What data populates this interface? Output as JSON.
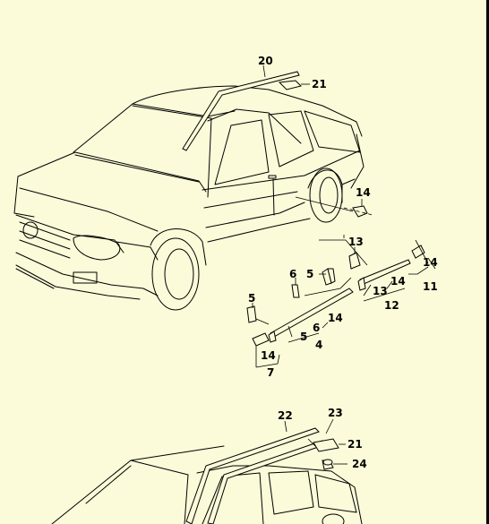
{
  "diagram": {
    "callouts": [
      {
        "key": "c20",
        "text": "20"
      },
      {
        "key": "c21a",
        "text": "21"
      },
      {
        "key": "c14a",
        "text": "14"
      },
      {
        "key": "c13a",
        "text": "13"
      },
      {
        "key": "c14b",
        "text": "14"
      },
      {
        "key": "c11",
        "text": "11"
      },
      {
        "key": "c6a",
        "text": "6"
      },
      {
        "key": "c5a",
        "text": "5"
      },
      {
        "key": "c14c",
        "text": "14"
      },
      {
        "key": "c13b",
        "text": "13"
      },
      {
        "key": "c12",
        "text": "12"
      },
      {
        "key": "c5b",
        "text": "5"
      },
      {
        "key": "c14d",
        "text": "14"
      },
      {
        "key": "c6b",
        "text": "6"
      },
      {
        "key": "c5c",
        "text": "5"
      },
      {
        "key": "c4",
        "text": "4"
      },
      {
        "key": "c14e",
        "text": "14"
      },
      {
        "key": "c7",
        "text": "7"
      },
      {
        "key": "c22",
        "text": "22"
      },
      {
        "key": "c23",
        "text": "23"
      },
      {
        "key": "c21b",
        "text": "21"
      },
      {
        "key": "c24",
        "text": "24"
      }
    ],
    "colors": {
      "background": "#fbfbd9",
      "line": "#000000"
    }
  }
}
